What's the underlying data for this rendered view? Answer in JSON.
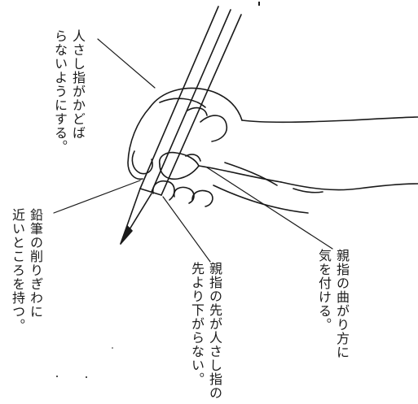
{
  "annotations": {
    "index_finger": {
      "lines": [
        "人さし指がかどば",
        "らないようにする。"
      ]
    },
    "pencil_grip": {
      "lines": [
        "鉛筆の削りぎわに",
        "近いところを持つ。"
      ]
    },
    "thumb_tip": {
      "lines": [
        "親指の先が人さし指の",
        "先より下がらない。"
      ]
    },
    "thumb_bend": {
      "lines": [
        "親指の曲がり方に",
        "気を付ける。"
      ]
    }
  },
  "colors": {
    "ink": "#1a1a1a",
    "background": "#ffffff"
  }
}
